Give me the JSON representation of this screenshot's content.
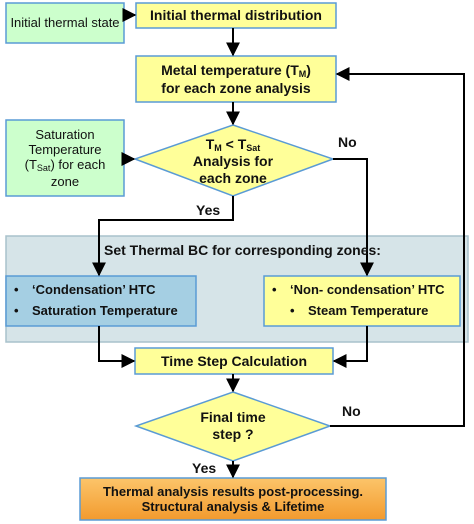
{
  "nodes": {
    "initial_state": {
      "text": "Initial thermal state"
    },
    "initial_distribution": {
      "text": "Initial thermal distribution"
    },
    "metal_temperature": {
      "line1_prefix": "Metal temperature (T",
      "line1_sub": "M",
      "line1_suffix": ")",
      "line2": "for each zone analysis"
    },
    "saturation_temperature": {
      "line1": "Saturation",
      "line2": "Temperature",
      "line3_prefix": "(T",
      "line3_sub": "Sat",
      "line3_suffix": ") for each",
      "line4": "zone"
    },
    "decision_zone": {
      "t": "T",
      "sub_m": "M",
      "lt": " < T",
      "sub_sat": "Sat",
      "line2": "Analysis for",
      "line3": "each zone"
    },
    "set_bc": {
      "title": "Set Thermal BC for corresponding zones:"
    },
    "condensation": {
      "items": [
        "‘Condensation’ HTC",
        "Saturation Temperature"
      ]
    },
    "non_condensation": {
      "items": [
        "‘Non- condensation’ HTC",
        "Steam Temperature"
      ]
    },
    "time_step": {
      "text": "Time Step Calculation"
    },
    "final_step": {
      "line1": "Final time",
      "line2": "step ?"
    },
    "results": {
      "line1": "Thermal analysis results post-processing.",
      "line2": "Structural analysis & Lifetime"
    }
  },
  "edge_labels": {
    "no_1": "No",
    "yes_1": "Yes",
    "no_2": "No",
    "yes_2": "Yes"
  },
  "colors": {
    "yellow": "#ffff99",
    "green": "#ccffcc",
    "blue": "#a5cfe3",
    "panel": "#d6e4e8",
    "orange": "#fab04a",
    "stroke": "#5a9bd5"
  }
}
